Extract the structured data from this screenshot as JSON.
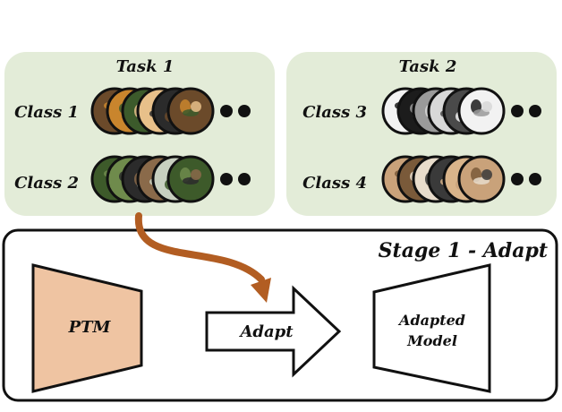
{
  "colors": {
    "task_panel": "#e3ecd8",
    "ptm_fill": "#efc4a2",
    "arrow_curve": "#b25d22",
    "stroke": "#111111"
  },
  "task1": {
    "title": "Task 1",
    "classes": [
      {
        "label": "Class 1",
        "images": [
          "tiger-photo",
          "tiger-photo",
          "tiger-photo",
          "tiger-photo",
          "tiger-photo",
          "tiger-photo"
        ]
      },
      {
        "label": "Class 2",
        "images": [
          "bird-photo",
          "bird-photo",
          "bird-photo",
          "bird-photo",
          "bird-photo",
          "bird-photo"
        ]
      }
    ]
  },
  "task2": {
    "title": "Task 2",
    "classes": [
      {
        "label": "Class 3",
        "images": [
          "panda-photo",
          "panda-photo",
          "panda-photo",
          "panda-photo",
          "panda-photo",
          "panda-photo"
        ]
      },
      {
        "label": "Class 4",
        "images": [
          "cat-photo",
          "cat-photo",
          "cat-photo",
          "cat-photo",
          "cat-photo",
          "cat-photo"
        ]
      }
    ]
  },
  "stage": {
    "title": "Stage 1 - Adapt",
    "ptm_label": "PTM",
    "arrow_label": "Adapt",
    "model_label_line1": "Adapted",
    "model_label_line2": "Model"
  }
}
